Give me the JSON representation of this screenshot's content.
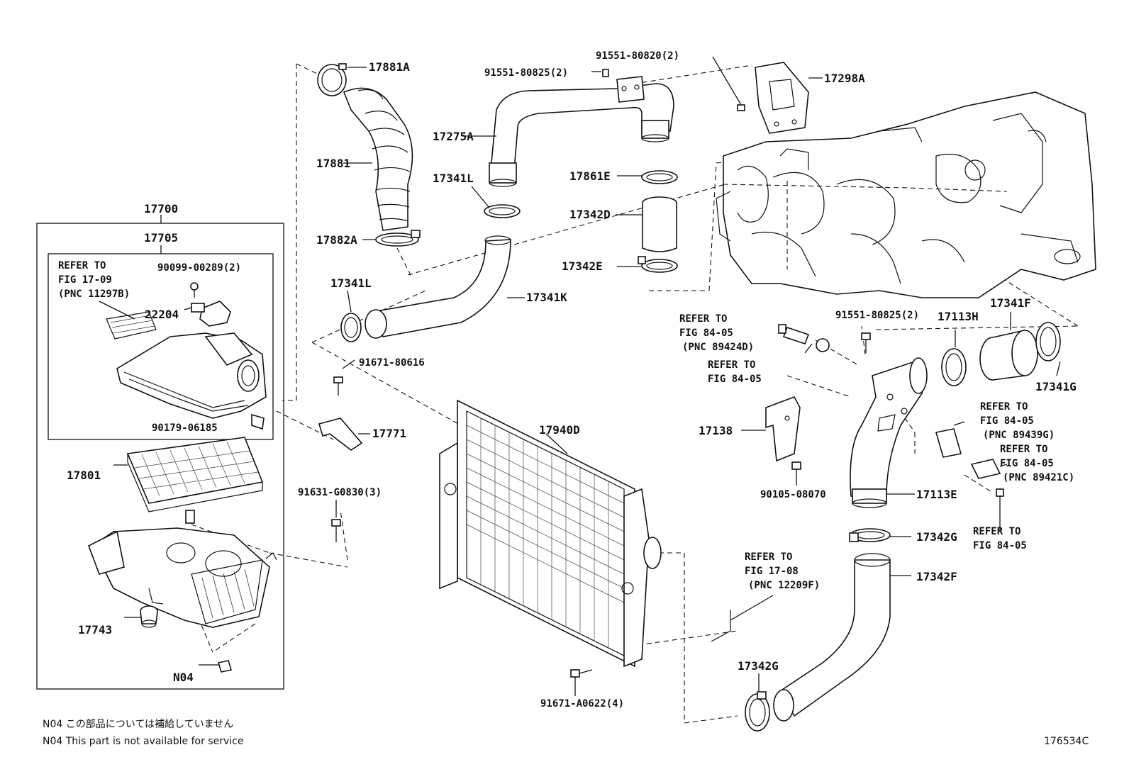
{
  "labels": {
    "p17881A": "17881A",
    "p17881": "17881",
    "p17882A": "17882A",
    "p17341L_top": "17341L",
    "p17341L_left": "17341L",
    "p17341K": "17341K",
    "p17275A": "17275A",
    "p91551_80825_top": "91551-80825(2)",
    "p91551_80820": "91551-80820(2)",
    "p17298A": "17298A",
    "p17861E": "17861E",
    "p17342D": "17342D",
    "p17342E": "17342E",
    "p17700": "17700",
    "p17705": "17705",
    "p90099": "90099-00289(2)",
    "p22204": "22204",
    "p90179": "90179-06185",
    "p17801": "17801",
    "p17743": "17743",
    "pN04": "N04",
    "p91671_80616": "91671-80616",
    "p17771": "17771",
    "p91631": "91631-G0830(3)",
    "p17940D": "17940D",
    "p91671_A0622": "91671-A0622(4)",
    "p91551_80825_right": "91551-80825(2)",
    "p17113H": "17113H",
    "p17341F": "17341F",
    "p17341G": "17341G",
    "p17138": "17138",
    "p90105": "90105-08070",
    "p17113E": "17113E",
    "p17342G_top": "17342G",
    "p17342F": "17342F",
    "p17342G_bottom": "17342G"
  },
  "refs": {
    "ref_1709": [
      "REFER TO",
      "FIG 17-09",
      "(PNC 11297B)"
    ],
    "ref_8405_a": [
      "REFER TO",
      "FIG 84-05",
      "(PNC 89424D)"
    ],
    "ref_8405_b": [
      "REFER TO",
      "FIG 84-05"
    ],
    "ref_8405_c": [
      "REFER TO",
      "FIG 84-05",
      "(PNC 89439G)"
    ],
    "ref_8405_d": [
      "REFER TO",
      "FIG 84-05",
      "(PNC 89421C)"
    ],
    "ref_8405_e": [
      "REFER TO",
      "FIG 84-05"
    ],
    "ref_1708": [
      "REFER TO",
      "FIG 17-08",
      "(PNC 12209F)"
    ]
  },
  "notes": {
    "jp": "N04  この部品については補給していません",
    "en": "N04  This part is not available for service"
  },
  "figure_id": "176534C"
}
